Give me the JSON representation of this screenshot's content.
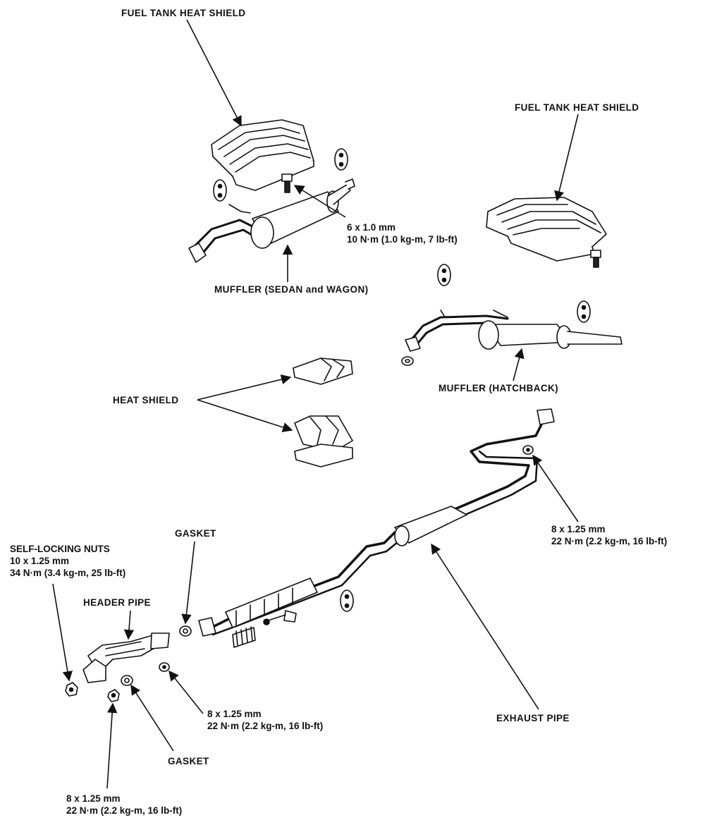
{
  "labels": {
    "fuel_tank_heat_shield_top": "FUEL TANK HEAT SHIELD",
    "fuel_tank_heat_shield_right": "FUEL TANK HEAT SHIELD",
    "muffler_sedan_wagon": "MUFFLER (SEDAN and WAGON)",
    "muffler_hatchback": "MUFFLER (HATCHBACK)",
    "heat_shield": "HEAT SHIELD",
    "gasket_upper": "GASKET",
    "gasket_lower": "GASKET",
    "header_pipe": "HEADER PIPE",
    "exhaust_pipe": "EXHAUST PIPE",
    "self_locking_nuts": "SELF-LOCKING NUTS"
  },
  "specs": {
    "heat_shield_bolt": {
      "size": "6 x 1.0 mm",
      "torque": "10 N·m (1.0 kg-m, 7 lb-ft)"
    },
    "self_locking_nuts": {
      "size": "10 x 1.25 mm",
      "torque": "34 N·m (3.4 kg-m, 25 lb-ft)"
    },
    "exhaust_flange_nut": {
      "size": "8 x 1.25 mm",
      "torque": "22 N·m (2.2 kg-m, 16 lb-ft)"
    },
    "header_bracket_nut": {
      "size": "8 x 1.25 mm",
      "torque": "22 N·m (2.2 kg-m, 16 lb-ft)"
    },
    "header_lower_nut": {
      "size": "8 x 1.25 mm",
      "torque": "22 N·m (2.2 kg-m, 16 lb-ft)"
    }
  }
}
